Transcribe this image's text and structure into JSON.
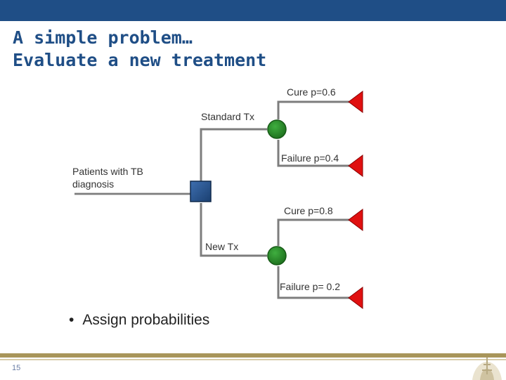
{
  "title": {
    "line1": "A simple problem…",
    "line2": "Evaluate a new treatment"
  },
  "tree": {
    "root_label": "Patients with TB diagnosis",
    "branches": [
      {
        "label": "Standard Tx",
        "outcomes": [
          {
            "label": "Cure p=0.6",
            "p": 0.6
          },
          {
            "label": "Failure p=0.4",
            "p": 0.4
          }
        ]
      },
      {
        "label": "New Tx",
        "outcomes": [
          {
            "label": "Cure p=0.8",
            "p": 0.8
          },
          {
            "label": "Failure p= 0.2",
            "p": 0.2
          }
        ]
      }
    ]
  },
  "bullet": "Assign probabilities",
  "footer": {
    "page_number": "15"
  },
  "colors": {
    "header": "#1f4e86",
    "decision_node": "#1f4e86",
    "chance_node": "#2e8b2e",
    "terminal_node": "#e01010",
    "branch_line": "#7d7d7d",
    "footer_line": "#a8955a"
  }
}
